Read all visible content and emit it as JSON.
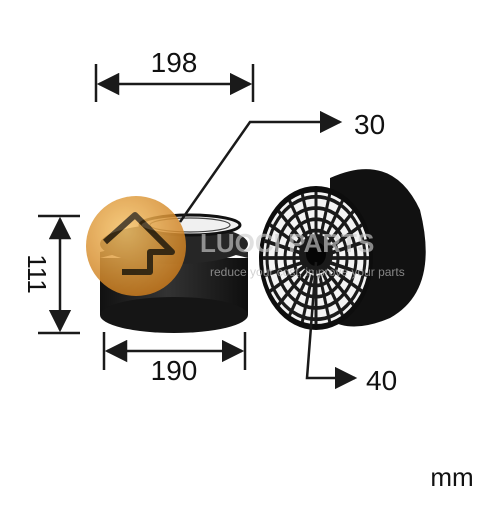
{
  "dimensions": {
    "top_width": "198",
    "bottom_width": "190",
    "height": "111",
    "outlet_top": "30",
    "outlet_bottom": "40"
  },
  "unit": "mm",
  "watermark": {
    "brand": "LUOCI PARTS",
    "tagline": "reduce your cost, improve your parts"
  },
  "colors": {
    "filter_body": "#1a1a1a",
    "pleat_media": "#f2f2f2",
    "dimension_line": "#1a1a1a",
    "watermark_orange": "#d98a1a"
  }
}
